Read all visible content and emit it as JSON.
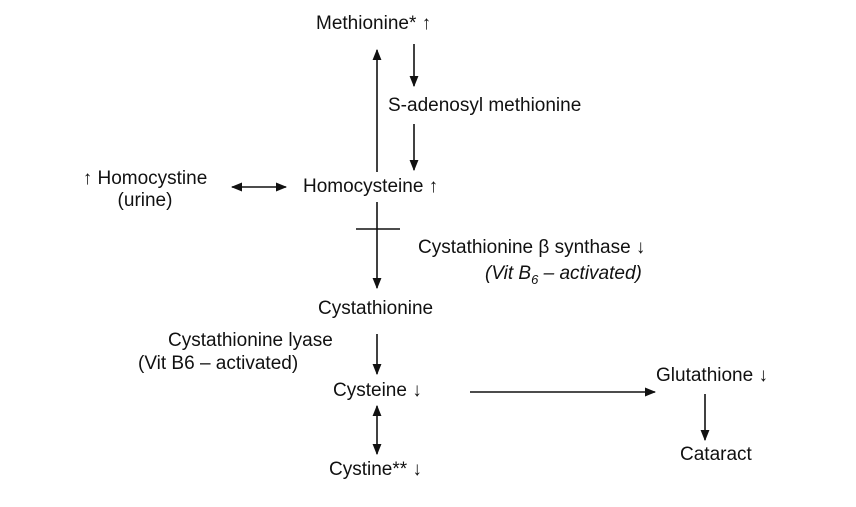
{
  "diagram": {
    "nodes": {
      "methionine": "Methionine* ↑",
      "sam": "S-adenosyl methionine",
      "homocystine": "↑ Homocystine",
      "homocystine_sub": "(urine)",
      "homocysteine": "Homocysteine ↑",
      "cbs_enzyme": "Cystathionine β synthase  ↓",
      "cbs_cofactor_pre": "(Vit B",
      "cbs_cofactor_sub": "6",
      "cbs_cofactor_post": " – activated)",
      "cystathionine": "Cystathionine",
      "lyase_enzyme": "Cystathionine lyase",
      "lyase_cofactor": "(Vit B6 – activated)",
      "cysteine": "Cysteine ↓",
      "cystine": "Cystine** ↓",
      "glutathione": "Glutathione ↓",
      "cataract": "Cataract"
    },
    "colors": {
      "ink": "#111111",
      "background": "#ffffff"
    }
  }
}
